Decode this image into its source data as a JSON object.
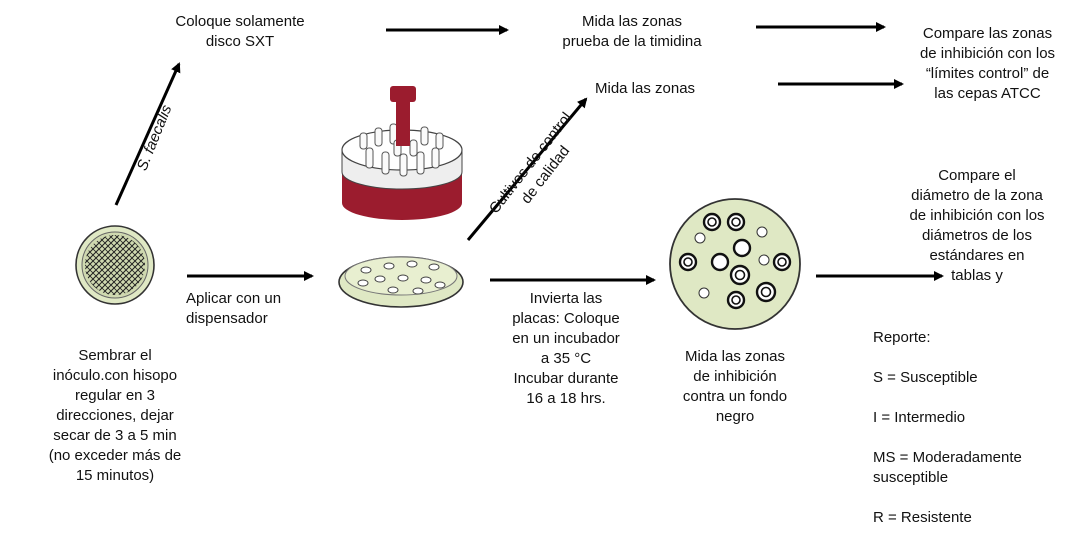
{
  "steps": {
    "s_faecalis_top": "Coloque solamente\ndisco SXT",
    "timidina": "Mida las zonas\nprueba de la timidina",
    "compare_limits": "Compare las zonas\nde inhibición con los\n“límites control” de\nlas cepas ATCC",
    "qc_measure": "Mida las zonas",
    "compare_diameter": "Compare el\ndiámetro de la zona\nde inhibición con los\ndiámetros de los\nestándares en\ntablas y",
    "apply": "Aplicar con un\ndispensador",
    "invert": "Invierta las\nplacas: Coloque\nen un incubador\na 35 °C\nIncubar durante\n16 a 18 hrs.",
    "measure_black": "Mida las zonas\nde inhibición\ncontra un fondo\nnegro",
    "inoculate": "Sembrar el\ninóculo.con hisopo\nregular en 3\ndirecciones, dejar\nsecar de 3 a 5 min\n(no exceder más de\n15 minutos)"
  },
  "arrow_labels": {
    "s_faecalis": "S. faecalis",
    "qc_cultures": "Cultivos de control\nde calidad"
  },
  "report": {
    "title": "Reporte:",
    "s": "S = Susceptible",
    "i": "I = Intermedio",
    "ms": "MS = Moderadamente\n susceptible",
    "r": "R = Resistente"
  },
  "colors": {
    "dispenser_red": "#9b1c2e",
    "plate_green": "#dfe8c4",
    "arrow": "#000000"
  }
}
